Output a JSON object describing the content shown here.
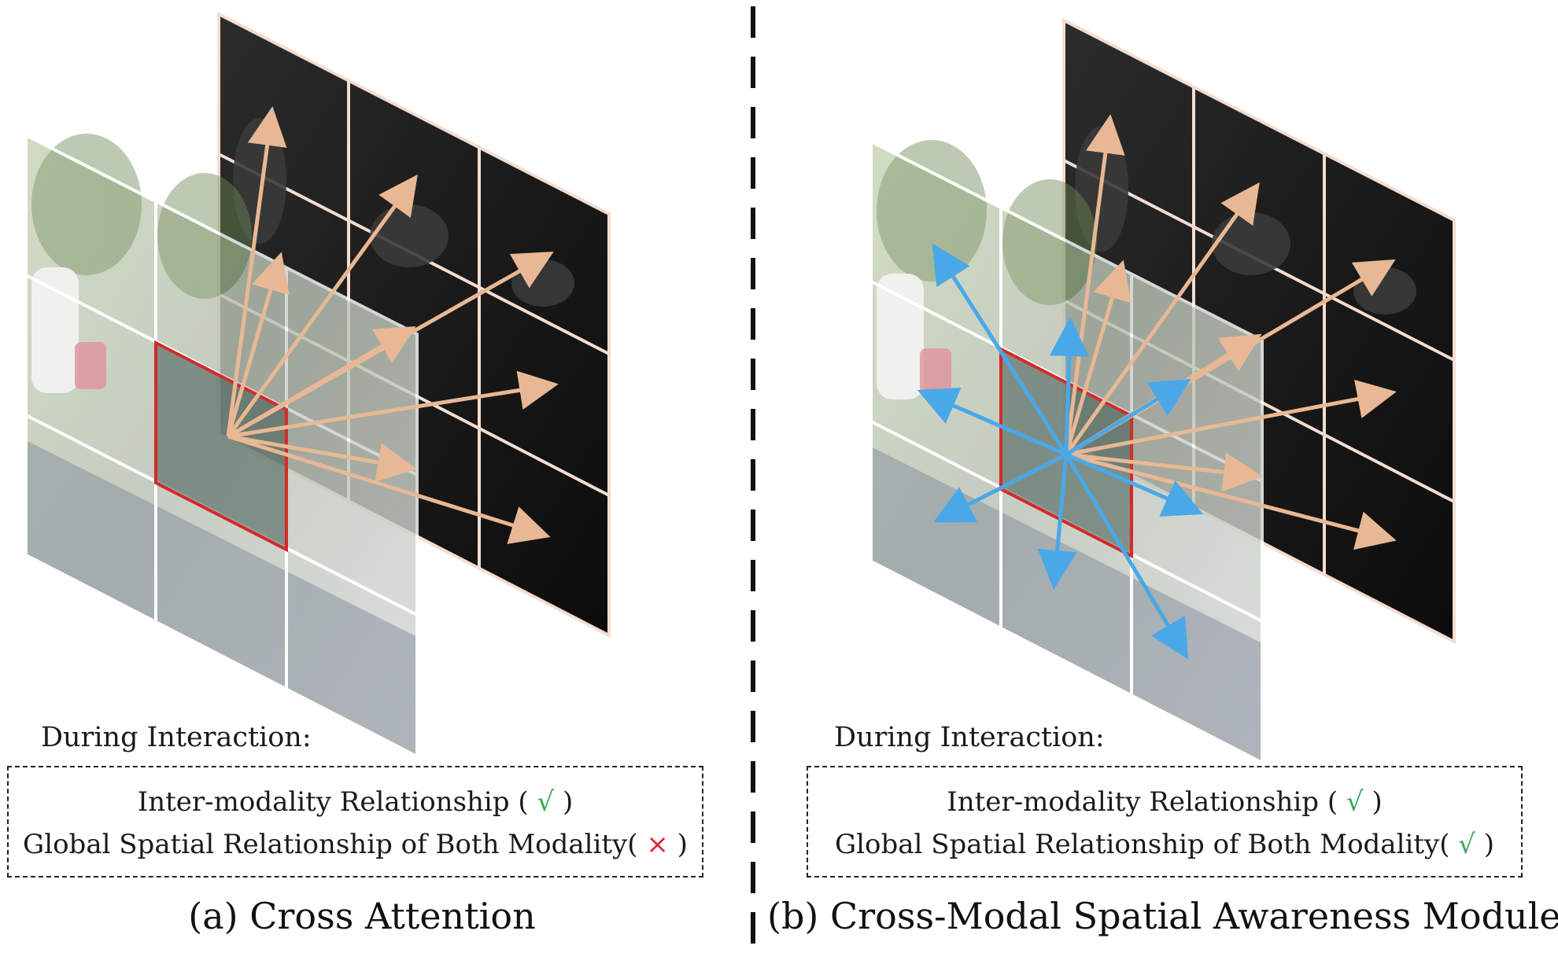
{
  "panels": [
    {
      "during_label": "During Interaction:",
      "line1_text": "Inter-modality Relationship (",
      "line1_mark": "√",
      "line1_close": ")",
      "line2_text": "Global Spatial Relationship of Both Modality(",
      "line2_mark": "×",
      "line2_close": ")",
      "caption": "(a) Cross Attention"
    },
    {
      "during_label": "During Interaction:",
      "line1_text": "Inter-modality Relationship (",
      "line1_mark": "√",
      "line1_close": ")",
      "line2_text": "Global Spatial Relationship of Both Modality(",
      "line2_mark": "√",
      "line2_close": ")",
      "caption": "(b) Cross-Modal Spatial Awareness Module"
    }
  ],
  "colors": {
    "arrow_peach": "#e8b894",
    "arrow_blue": "#4aa8e8",
    "highlight_red": "#d42a2a",
    "grid_white": "#ffffff",
    "check_green": "#3aa655",
    "cross_red": "#e0202a"
  }
}
